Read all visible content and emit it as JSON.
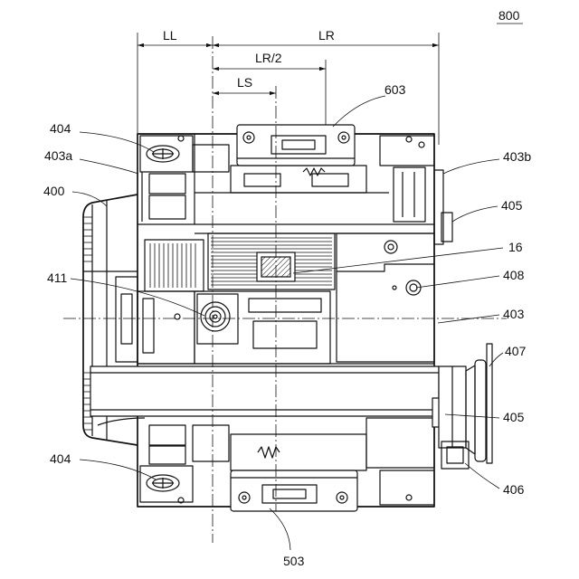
{
  "figure": {
    "number": "800"
  },
  "dimensions": {
    "ll": "LL",
    "lr": "LR",
    "lr_half": "LR/2",
    "ls": "LS"
  },
  "reference_labels": {
    "r603": "603",
    "r404_top": "404",
    "r403a": "403a",
    "r403b": "403b",
    "r400": "400",
    "r405_top": "405",
    "r16": "16",
    "r411": "411",
    "r408": "408",
    "r403": "403",
    "r407": "407",
    "r405_bottom": "405",
    "r404_bottom": "404",
    "r406": "406",
    "r503": "503"
  },
  "colors": {
    "line": "#111111",
    "background": "#ffffff"
  }
}
